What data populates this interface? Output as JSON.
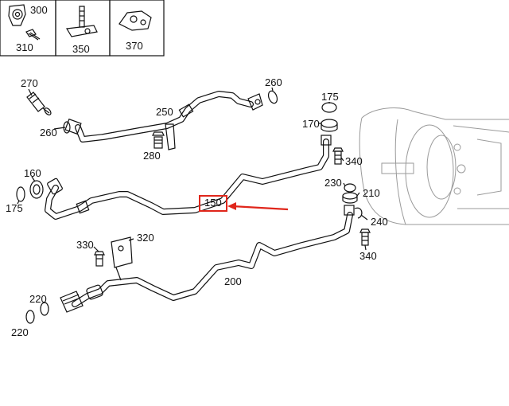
{
  "legend_boxes": [
    {
      "part": "300",
      "sub": "310"
    },
    {
      "part": "350"
    },
    {
      "part": "370"
    }
  ],
  "callouts": {
    "c270": "270",
    "c260a": "260",
    "c260b": "260",
    "c250": "250",
    "c280": "280",
    "c175a": "175",
    "c170": "170",
    "c340a": "340",
    "c230": "230",
    "c210": "210",
    "c240": "240",
    "c340b": "340",
    "c160": "160",
    "c175b": "175",
    "c150": "150",
    "c330": "330",
    "c320": "320",
    "c200": "200",
    "c220a": "220",
    "c220b": "220"
  },
  "highlight": {
    "part": "150",
    "color": "#e0261b"
  }
}
